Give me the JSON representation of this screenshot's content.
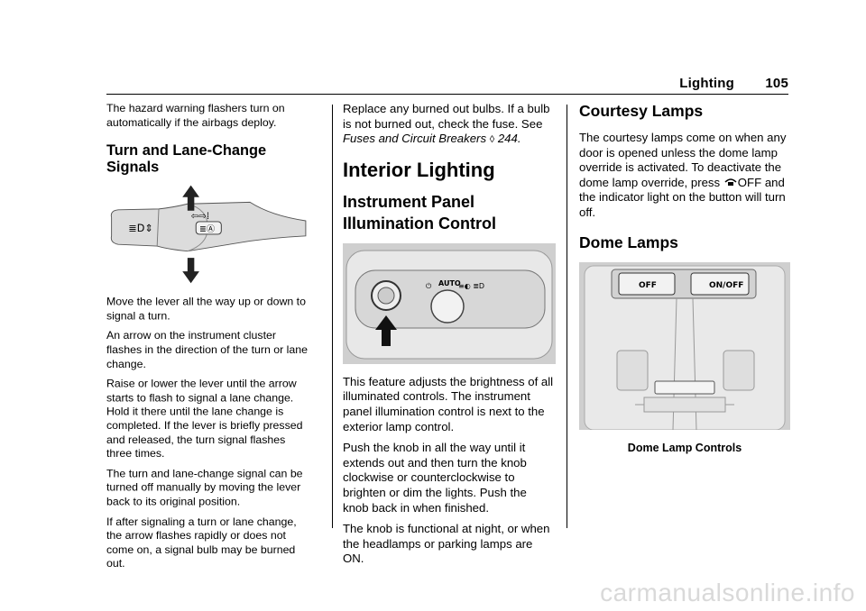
{
  "header": {
    "section": "Lighting",
    "page": "105"
  },
  "col1": {
    "intro": "The hazard warning flashers turn on automatically if the airbags deploy.",
    "heading": "Turn and Lane-Change Signals",
    "p1": "Move the lever all the way up or down to signal a turn.",
    "p2": "An arrow on the instrument cluster flashes in the direction of the turn or lane change.",
    "p3": "Raise or lower the lever until the arrow starts to flash to signal a lane change. Hold it there until the lane change is completed. If the lever is briefly pressed and released, the turn signal flashes three times.",
    "p4": "The turn and lane-change signal can be turned off manually by moving the lever back to its original position.",
    "p5": "If after signaling a turn or lane change, the arrow flashes rapidly or does not come on, a signal bulb may be burned out."
  },
  "col2": {
    "p0_a": "Replace any burned out bulbs. If a bulb is not burned out, check the fuse. See ",
    "p0_ref": "Fuses and Circuit Breakers",
    "p0_arrow": "◊",
    "p0_page": "244.",
    "h1": "Interior Lighting",
    "h2": "Instrument Panel Illumination Control",
    "fig_auto": "AUTO",
    "p1": "This feature adjusts the brightness of all illuminated controls. The instrument panel illumination control is next to the exterior lamp control.",
    "p2": "Push the knob in all the way until it extends out and then turn the knob clockwise or counterclockwise to brighten or dim the lights. Push the knob back in when finished.",
    "p3": "The knob is functional at night, or when the headlamps or parking lamps are ON."
  },
  "col3": {
    "h2a": "Courtesy Lamps",
    "p1a": "The courtesy lamps come on when any door is opened unless the dome lamp override is activated. To deactivate the dome lamp override, press ",
    "p1b": "OFF and the indicator light on the button will turn off.",
    "h2b": "Dome Lamps",
    "fig_off": "OFF",
    "fig_onoff": "ON/OFF",
    "caption": "Dome Lamp Controls"
  },
  "watermark": "carmanualsonline.info"
}
